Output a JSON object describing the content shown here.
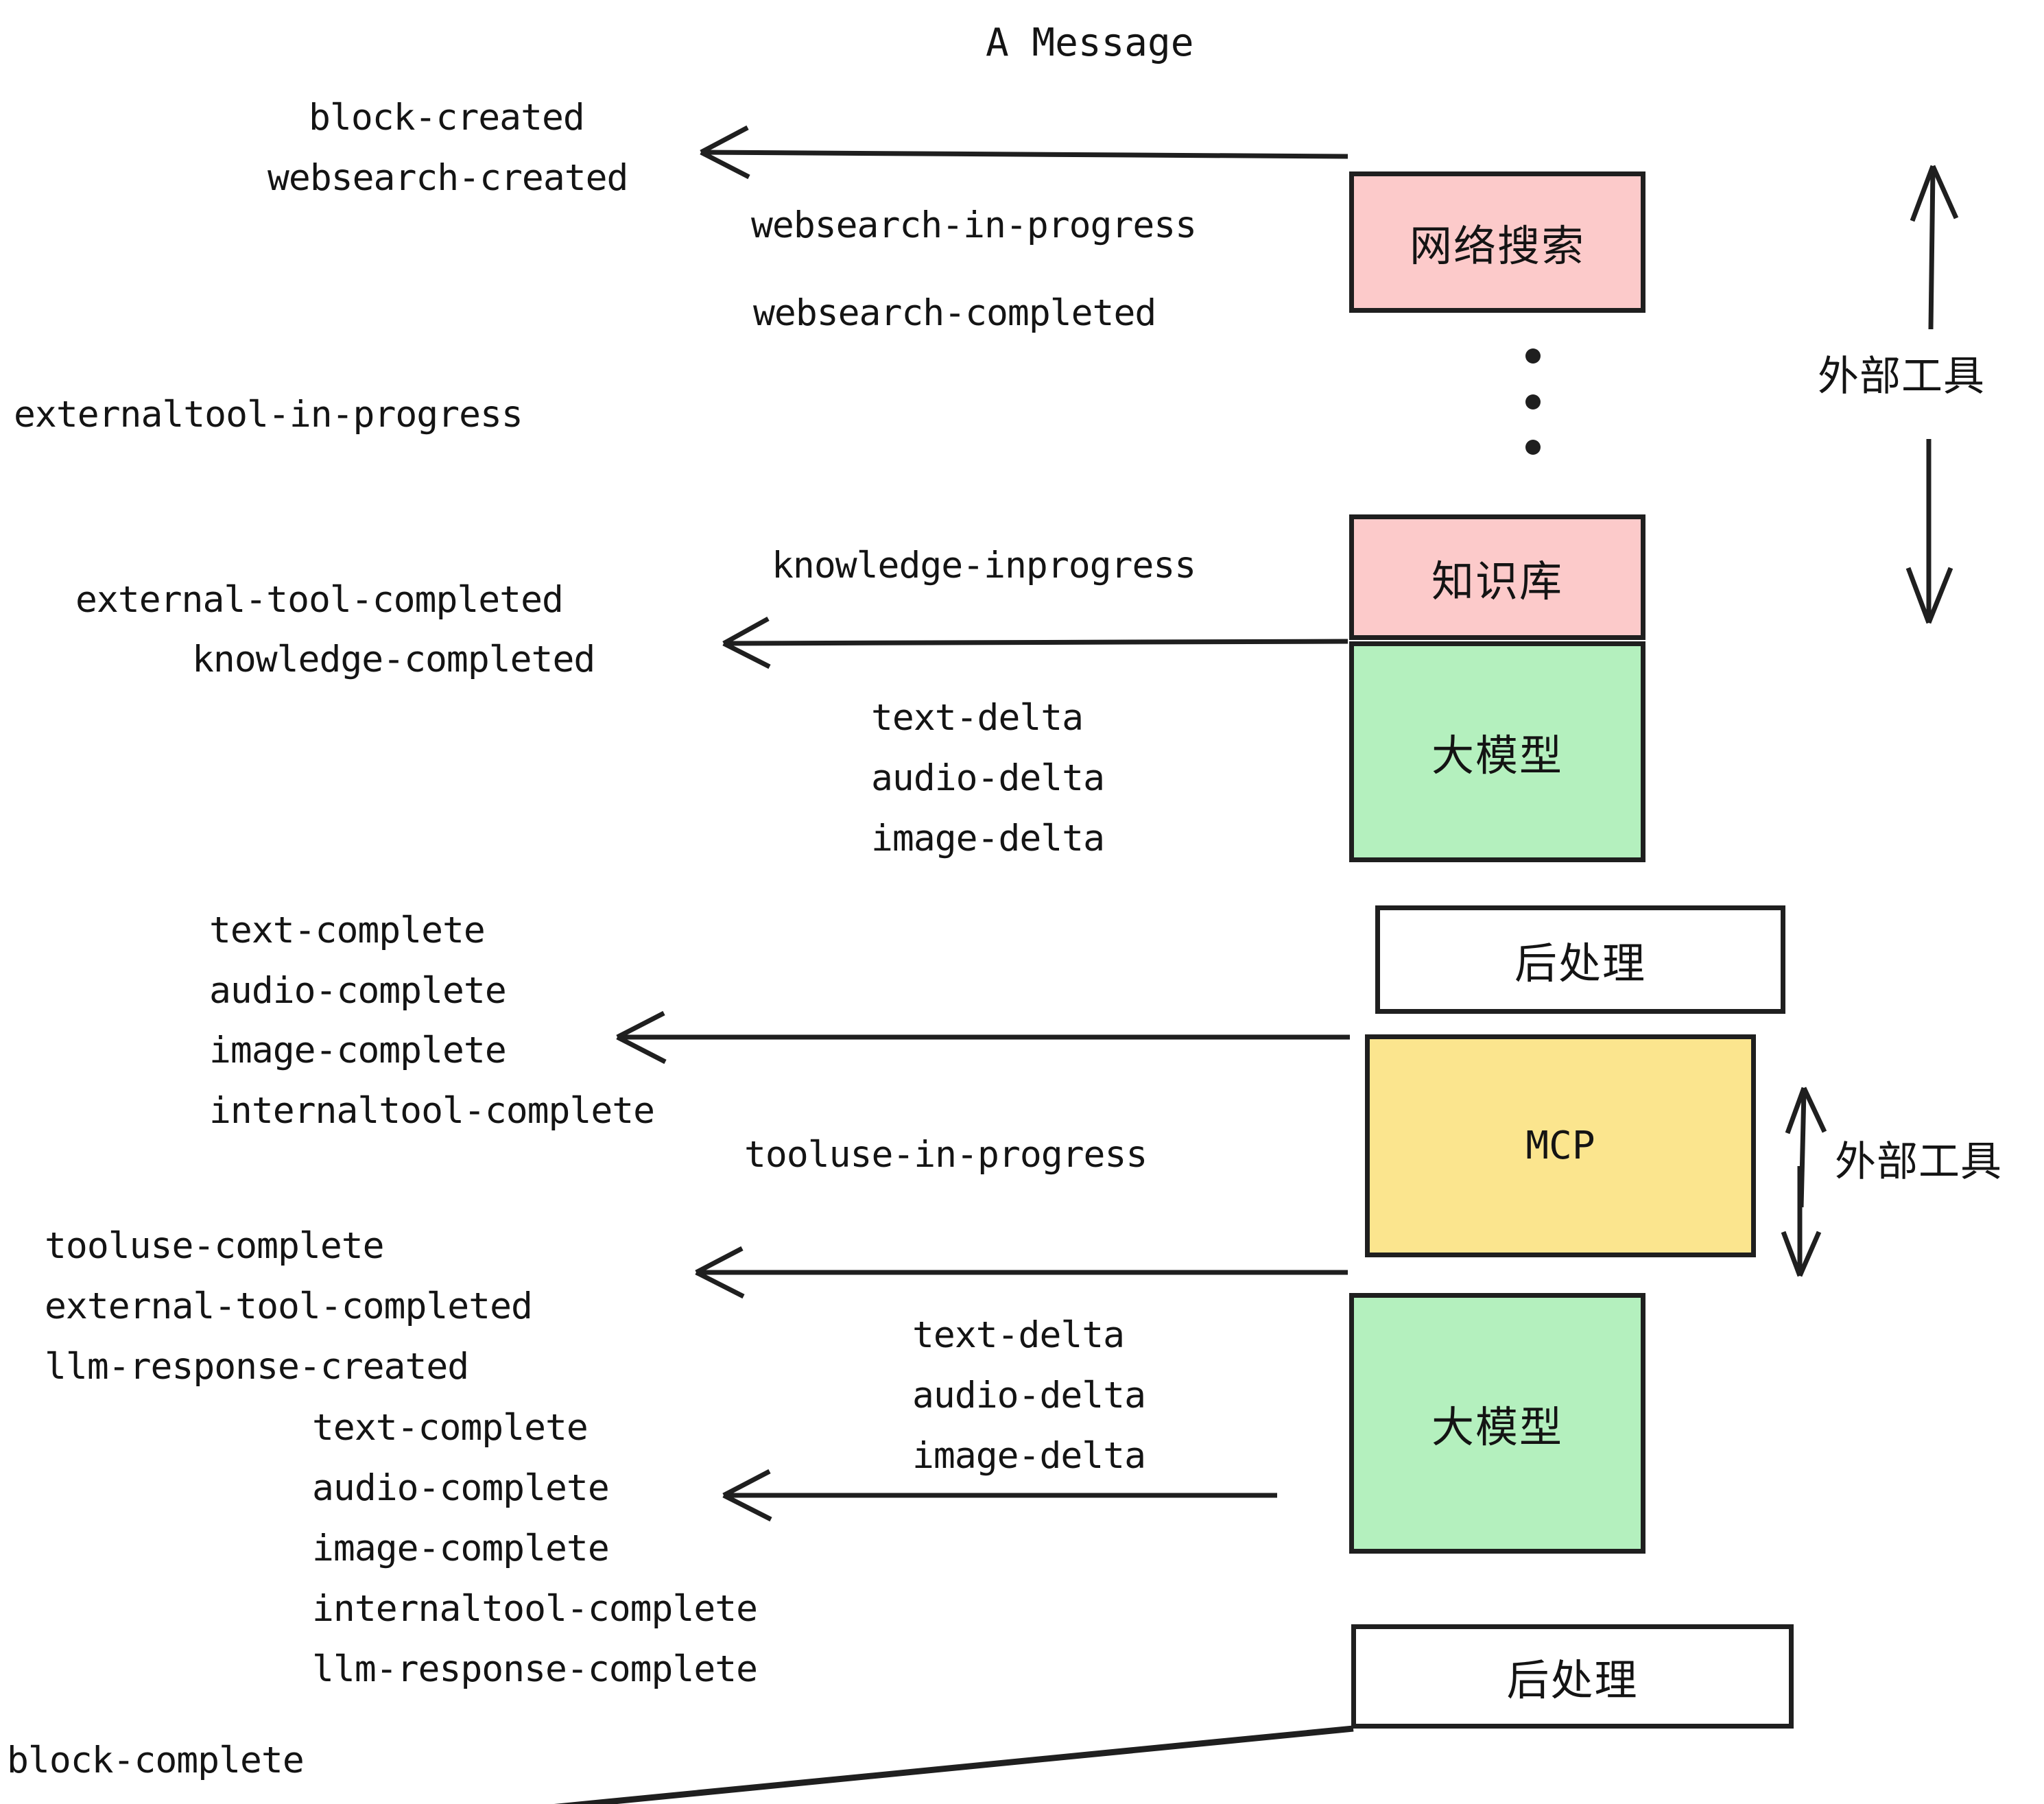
{
  "title": "A Message",
  "boxes": [
    {
      "id": "websearch",
      "label": "网络搜索",
      "color": "#FCCACA"
    },
    {
      "id": "knowledge",
      "label": "知识库",
      "color": "#FCCACA"
    },
    {
      "id": "llm-1",
      "label": "大模型",
      "color": "#B4F0BE"
    },
    {
      "id": "postprocess-1",
      "label": "后处理",
      "color": "#FFFFFF"
    },
    {
      "id": "mcp",
      "label": "MCP",
      "color": "#FBE58E"
    },
    {
      "id": "llm-2",
      "label": "大模型",
      "color": "#B4F0BE"
    },
    {
      "id": "postprocess-2",
      "label": "后处理",
      "color": "#FFFFFF"
    }
  ],
  "events": {
    "block_created": "block-created",
    "websearch_created": "websearch-created",
    "websearch_in_progress": "websearch-in-progress",
    "websearch_completed": "websearch-completed",
    "externaltool_in_progress": "externaltool-in-progress",
    "knowledge_inprogress": "knowledge-inprogress",
    "external_tool_completed_1": "external-tool-completed",
    "knowledge_completed": "knowledge-completed",
    "text_delta_1": "text-delta",
    "audio_delta_1": "audio-delta",
    "image_delta_1": "image-delta",
    "text_complete_1": "text-complete",
    "audio_complete_1": "audio-complete",
    "image_complete_1": "image-complete",
    "internaltool_complete_1": "internaltool-complete",
    "tooluse_in_progress": "tooluse-in-progress",
    "tooluse_complete": "tooluse-complete",
    "external_tool_completed_2": "external-tool-completed",
    "llm_response_created": "llm-response-created",
    "text_delta_2": "text-delta",
    "audio_delta_2": "audio-delta",
    "image_delta_2": "image-delta",
    "text_complete_2": "text-complete",
    "audio_complete_2": "audio-complete",
    "image_complete_2": "image-complete",
    "internaltool_complete_2": "internaltool-complete",
    "llm_response_complete": "llm-response-complete",
    "block_complete": "block-complete"
  },
  "side_labels": {
    "external_tool_top": "外部工具",
    "external_tool_bottom": "外部工具"
  },
  "colors": {
    "pink": "#FCCACA",
    "green": "#B4F0BE",
    "yellow": "#FBE58E",
    "white": "#FFFFFF",
    "stroke": "#1F1F1F",
    "text": "#141414"
  }
}
